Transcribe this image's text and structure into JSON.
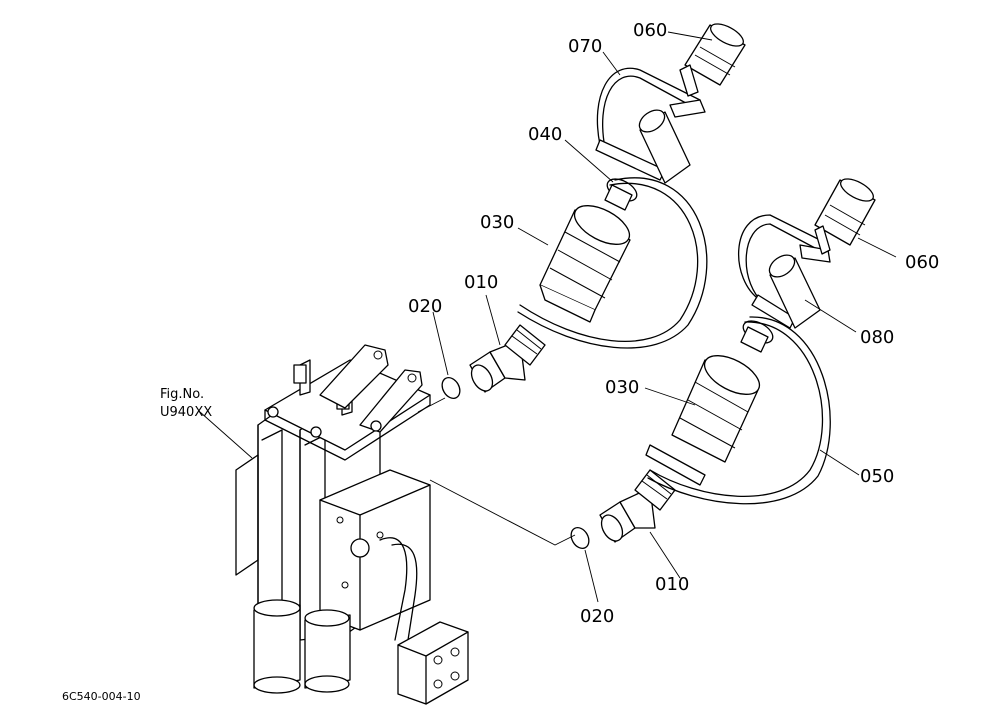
{
  "callouts": {
    "c060_top": "060",
    "c070": "070",
    "c040": "040",
    "c030_left": "030",
    "c010_top": "010",
    "c020_top": "020",
    "c060_right": "060",
    "c080": "080",
    "c030_right": "030",
    "c050": "050",
    "c010_bottom": "010",
    "c020_bottom": "020"
  },
  "fig_ref": {
    "line1": "Fig.No.",
    "line2": "U940XX"
  },
  "drawing_number": "6C540-004-10"
}
